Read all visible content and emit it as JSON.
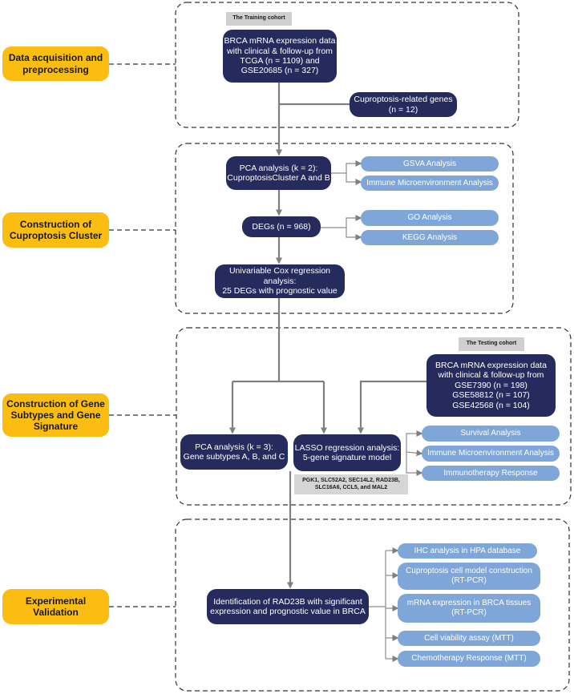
{
  "stages": {
    "data_acquisition": "Data acquisition and\npreprocessing",
    "construction_cluster": "Construction of\nCuproptosis Cluster",
    "gene_subtypes": "Construction of Gene\nSubtypes and  Gene\nSignature",
    "experimental": "Experimental\nValidation"
  },
  "tags": {
    "training": "The Training cohort",
    "testing": "The Testing cohort"
  },
  "nodes": {
    "brca_training": "BRCA mRNA expression data\nwith clinical & follow-up from\nTCGA (n = 1109) and\nGSE20685 (n = 327)",
    "cuproptosis_genes": "Cuproptosis-related genes\n(n = 12)",
    "pca_cluster": "PCA analysis (k = 2):\nCuproptosisCluster A and B",
    "degs": "DEGs (n = 968)",
    "univariable_cox": "Univariable Cox regression\nanalysis:\n25 DEGs with prognostic value",
    "brca_testing": "BRCA mRNA expression data\nwith clinical & follow-up from\nGSE7390 (n = 198)\nGSE58812 (n = 107)\nGSE42568 (n = 104)",
    "pca_subtypes": "PCA analysis (k = 3):\nGene subtypes A, B, and C",
    "lasso": "LASSO regression analysis:\n5-gene signature model",
    "rad23b": "Identification of  RAD23B with significant\nexpression and  prognostic value in BRCA"
  },
  "gene_list": "PGK1, SLC52A2, SEC14L2, RAD23B,\nSLC16A6, CCL5, and MAL2",
  "analyses": {
    "gsva": "GSVA Analysis",
    "immune_micro_1": "Immune Microenvironment Analysis",
    "go": "GO Analysis",
    "kegg": "KEGG Analysis",
    "survival": "Survival Analysis",
    "immune_micro_2": "Immune Microenvironment Analysis",
    "immunotherapy": "Immunotherapy Response",
    "ihc": "IHC analysis in HPA  database",
    "cell_model": "Cuproptosis cell model construction\n(RT-PCR)",
    "mrna_expression": "mRNA expression in BRCA tissues\n(RT-PCR)",
    "cell_viability": "Cell viability assay (MTT)",
    "chemotherapy": "Chemotherapy Response (MTT)"
  },
  "colors": {
    "navy": "#262b5e",
    "light_blue": "#7ea6d8",
    "stage_yellow": "#fbbd12",
    "tag_gray": "#cfcfcf",
    "connector_gray": "#7f7f7f"
  }
}
